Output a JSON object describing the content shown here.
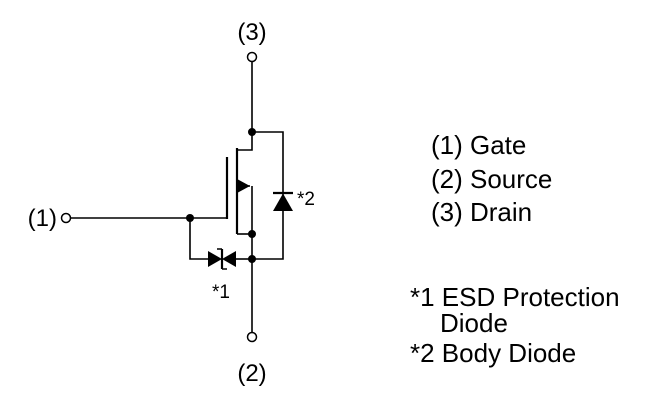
{
  "schematic": {
    "pin_labels": {
      "drain": "(3)",
      "gate": "(1)",
      "source": "(2)"
    },
    "note_refs": {
      "esd_diode": "*1",
      "body_diode": "*2"
    }
  },
  "legend": {
    "pins": [
      "(1) Gate",
      "(2) Source",
      "(3) Drain"
    ]
  },
  "notes": {
    "note1_line1": "*1 ESD Protection",
    "note1_line2": "Diode",
    "note2": "*2 Body Diode"
  },
  "colors": {
    "ink": "#000000",
    "background": "#ffffff"
  }
}
